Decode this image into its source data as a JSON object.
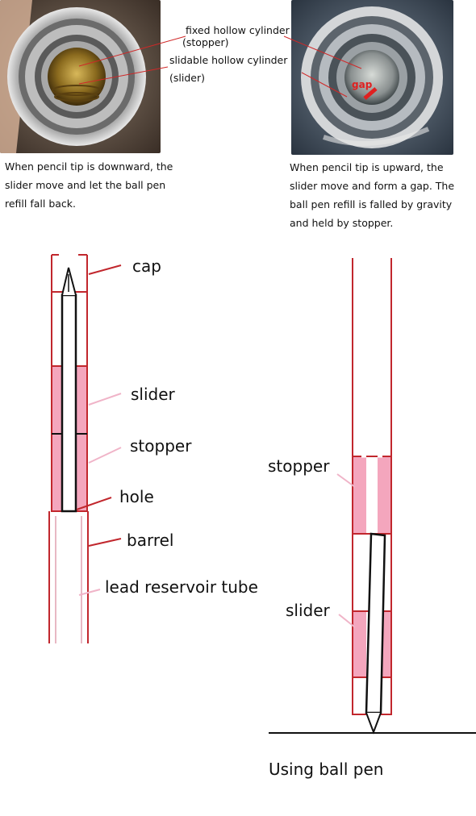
{
  "photo_left": {
    "annotations": {
      "fixed": "fixed hollow cylinder",
      "fixed_sub": "(stopper)",
      "slidable": "slidable hollow cylinder",
      "slidable_sub": "(slider)"
    },
    "caption": "When pencil tip is downward, the slider move and let the ball pen refill fall back."
  },
  "photo_right": {
    "gap_label": "gap",
    "caption": "When pencil tip is upward, the slider move and form a gap. The ball pen refill is falled by gravity and held by stopper."
  },
  "diagram_left": {
    "labels": {
      "cap": "cap",
      "slider": "slider",
      "stopper": "stopper",
      "hole": "hole",
      "barrel": "barrel",
      "lead_tube": "lead reservoir tube"
    }
  },
  "diagram_right": {
    "labels": {
      "stopper": "stopper",
      "slider": "slider"
    },
    "caption": "Using ball pen"
  },
  "colors": {
    "outline": "#c1272d",
    "pink_fill": "#f4a6bd",
    "leader_pink": "#f0b4c8",
    "gap_red": "#e02020"
  }
}
